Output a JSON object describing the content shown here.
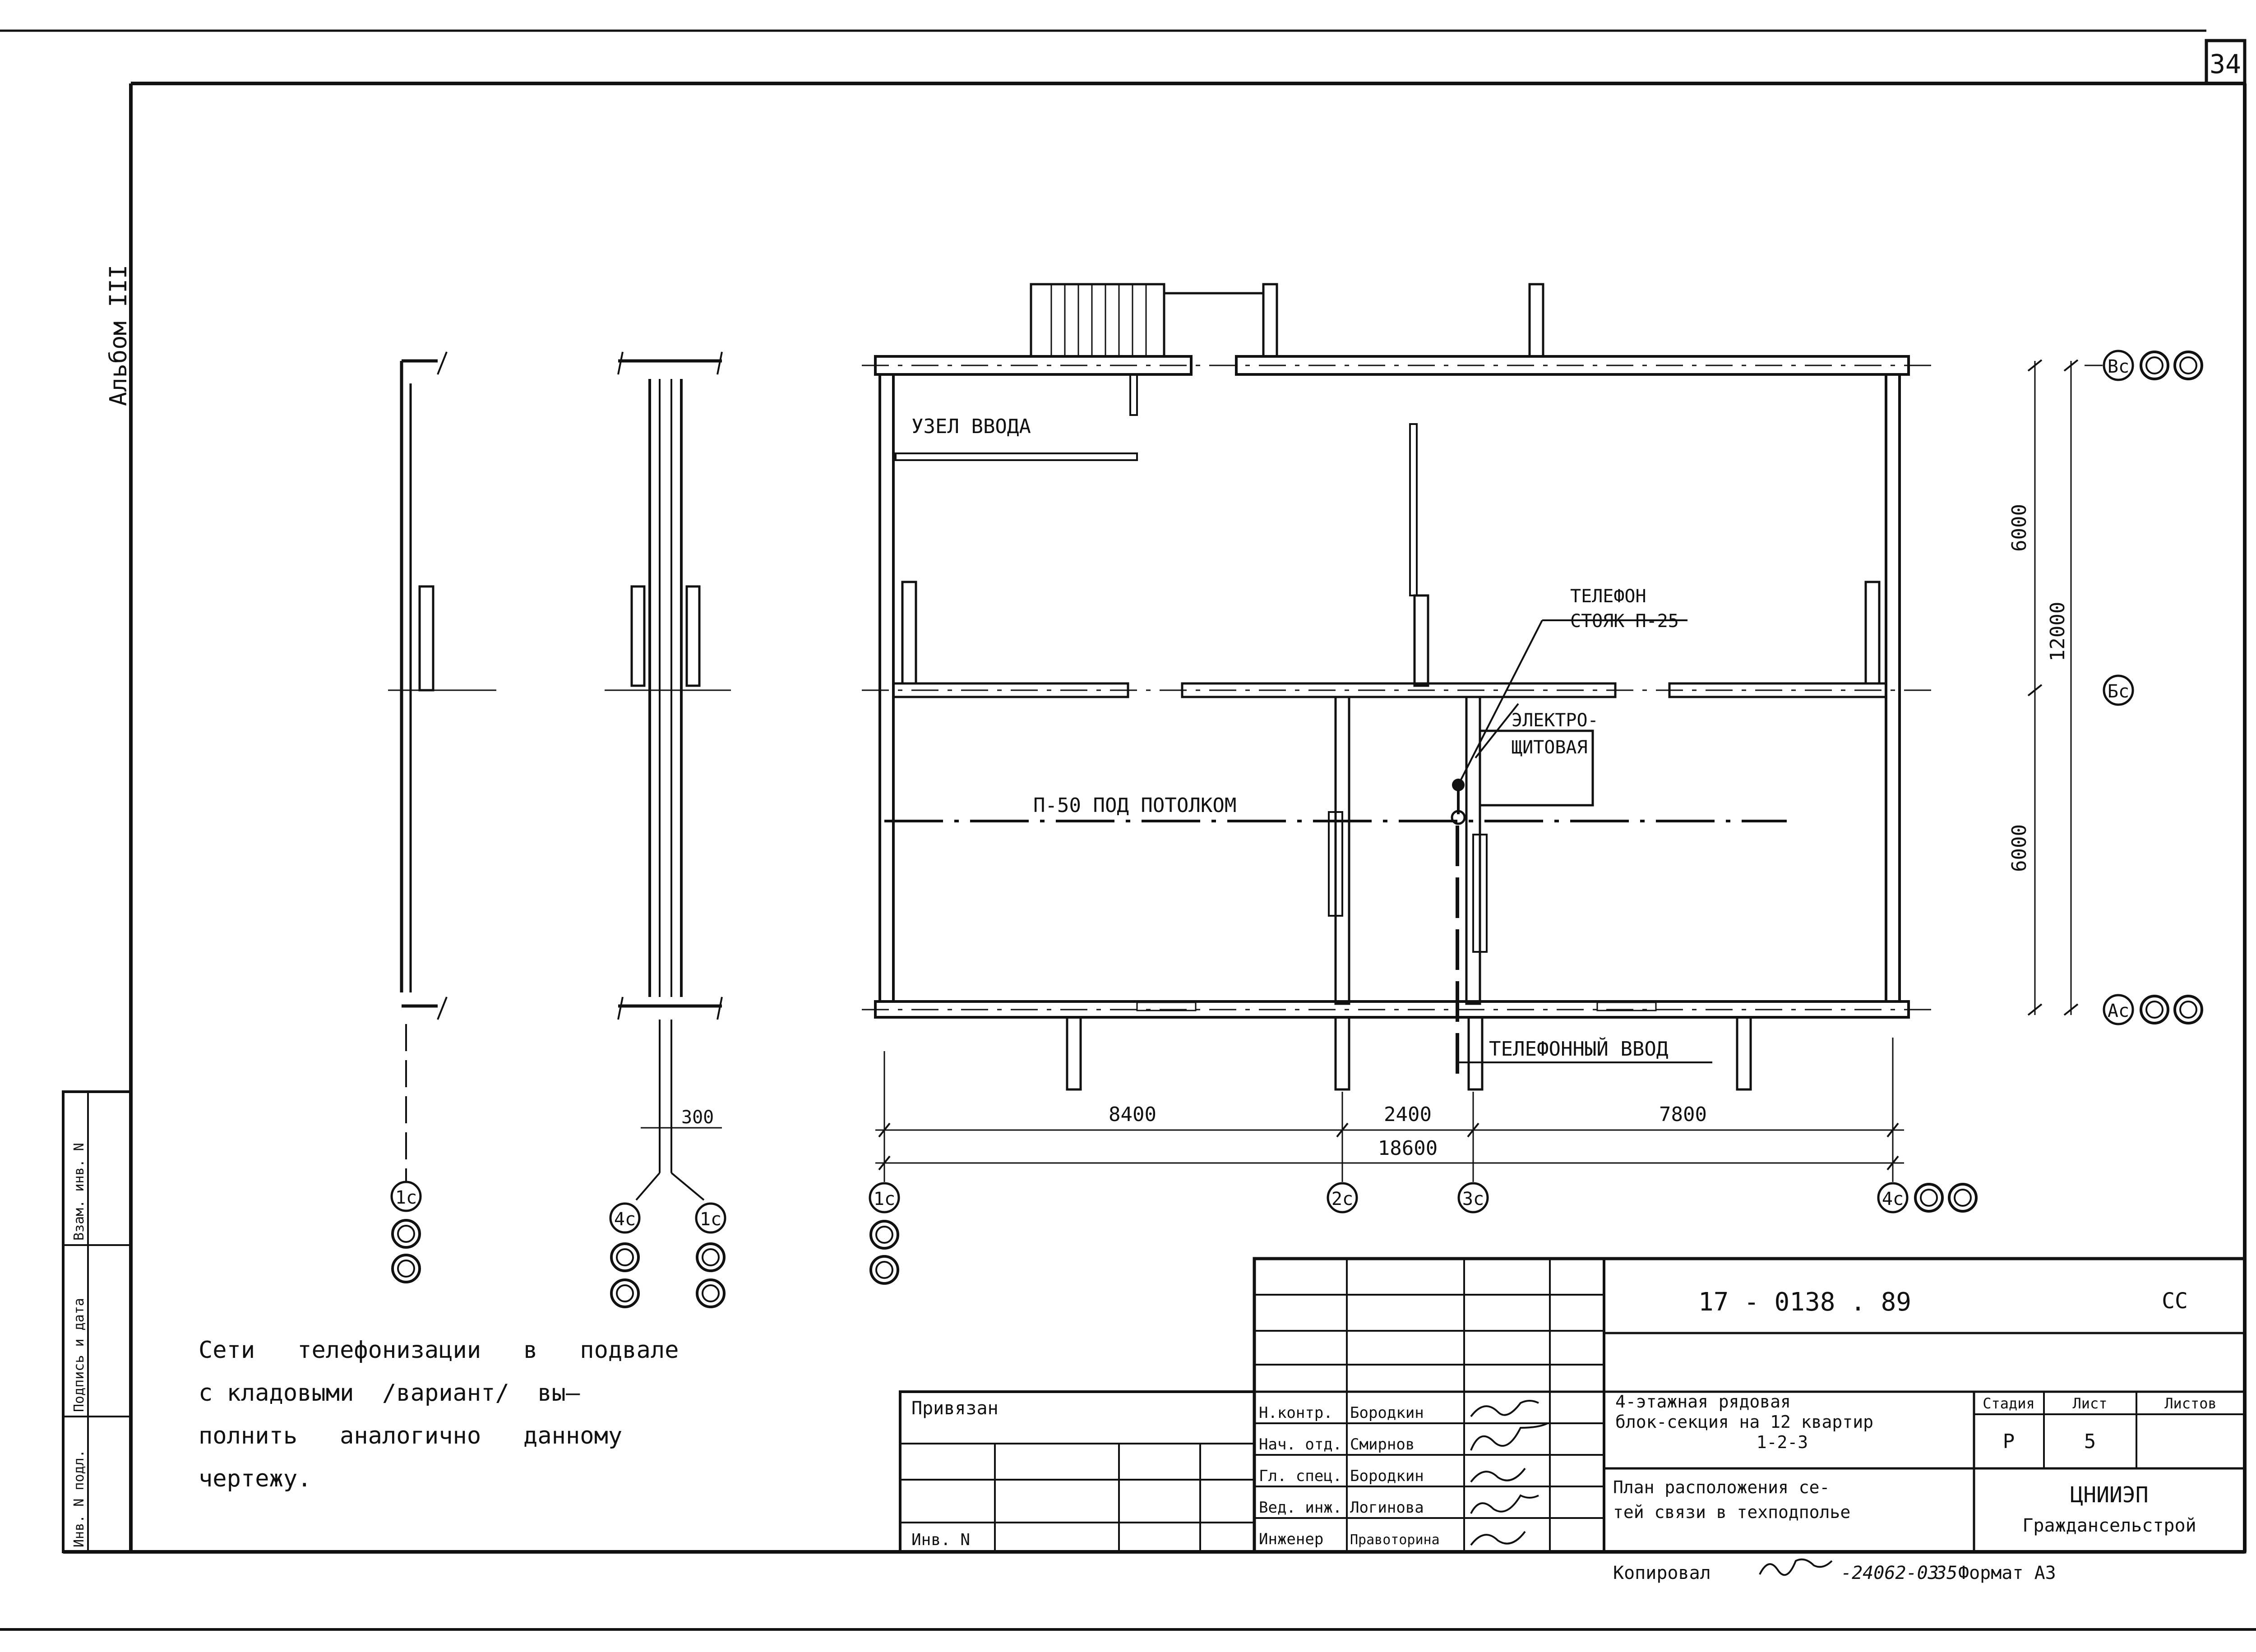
{
  "sheet": {
    "page_number": "34",
    "album_label": "Альбом ΙΙΙ",
    "side_stamp": [
      "Инв. N подл.",
      "Подпись и дата",
      "Взам. инв. N"
    ]
  },
  "plan": {
    "room_labels": {
      "entry_node": "УЗЕЛ   ВВОДА",
      "phone_riser_1": "ТЕЛЕФОН",
      "phone_riser_2": "СТОЯК П-25",
      "switchboard_1": "ЭЛЕКТРО-",
      "switchboard_2": "ЩИТОВАЯ",
      "cable_under_ceiling": "П-50 ПОД ПОТОЛКОМ",
      "phone_input": "ТЕЛЕФОННЫЙ ВВОД"
    },
    "dimensions": {
      "span_1": "8400",
      "span_2": "2400",
      "span_3": "7800",
      "total": "18600",
      "vert_1": "6000",
      "vert_2": "6000",
      "vert_total": "12000",
      "offset": "300"
    },
    "axes": {
      "a1c": "1с",
      "a2c": "2с",
      "a3c": "3с",
      "a4c": "4с",
      "ac": "Ас",
      "bc": "Бс",
      "vc": "Вс"
    }
  },
  "note": {
    "line1": "Сети   телефонизации   в   подвале",
    "line2": "с кладовыми  /вариант/  вы–",
    "line3": "полнить   аналогично   данному",
    "line4": "чертежу."
  },
  "title_block": {
    "doc_code": "17 - 0138 . 89",
    "code_suffix": "СС",
    "privyazan": "Привязан",
    "inv_n": "Инв. N",
    "roles": [
      "Н.контр.",
      "Нач. отд.",
      "Гл. спец.",
      "Вед. инж.",
      "Инженер"
    ],
    "names": [
      "Бородкин",
      "Смирнов",
      "Бородкин",
      "Логинова",
      "Правоторина"
    ],
    "object_1": "4-этажная рядовая",
    "object_2": "блок-секция на 12 квартир",
    "object_3": "1-2-3",
    "sheet_title_1": "План расположения се-",
    "sheet_title_2": "тей связи в техподполье",
    "stage_label": "Стадия",
    "sheet_label": "Лист",
    "sheets_label": "Листов",
    "stage": "Р",
    "sheet_no": "5",
    "org_1": "ЦНИИЭП",
    "org_2": "Граждансельстрой",
    "copied": "Копировал",
    "order_no": "-24062-03",
    "format_no": "35",
    "format": "Формат А3"
  }
}
